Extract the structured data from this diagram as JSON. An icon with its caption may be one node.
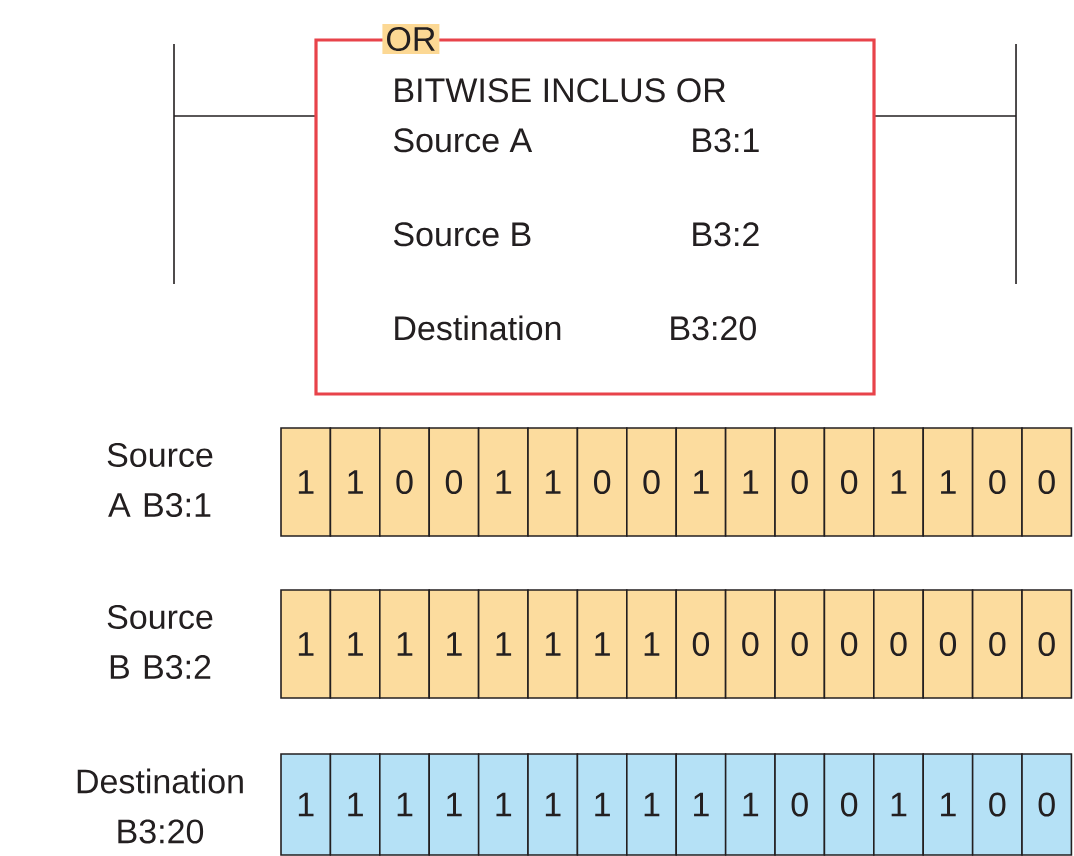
{
  "diagram": {
    "nodes": [
      {
        "text": [
          "OR",
          "BITWISE INCLUS OR",
          "Source A",
          "B3:1",
          "Source B",
          "B3:2",
          "Destination",
          "B3:20"
        ]
      }
    ],
    "labels": [
      "Source A B3:1",
      "1",
      "1",
      "0",
      "0",
      "1",
      "1",
      "0",
      "0",
      "1",
      "1",
      "0",
      "0",
      "1",
      "1",
      "0",
      "0",
      "Source B B3:2",
      "1",
      "1",
      "1",
      "1",
      "1",
      "1",
      "1",
      "1",
      "0",
      "0",
      "0",
      "0",
      "0",
      "0",
      "0",
      "0",
      "Destination B3:20",
      "1",
      "1",
      "1",
      "1",
      "1",
      "1",
      "1",
      "1",
      "1",
      "1",
      "0",
      "0",
      "1",
      "1",
      "0",
      "0"
    ]
  }
}
